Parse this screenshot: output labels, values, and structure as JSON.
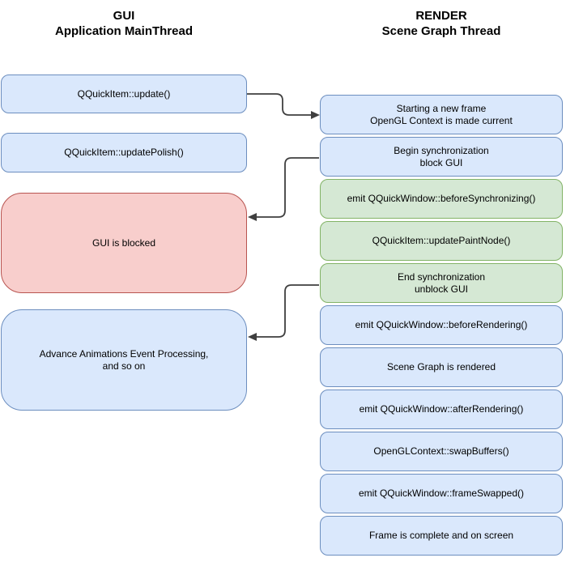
{
  "headers": {
    "left": "GUI\nApplication MainThread",
    "right": "RENDER\nScene Graph Thread"
  },
  "left_boxes": [
    {
      "text": "QQuickItem::update()",
      "color": "blue"
    },
    {
      "text": "QQuickItem::updatePolish()",
      "color": "blue"
    },
    {
      "text": "GUI is blocked",
      "color": "red"
    },
    {
      "text": "Advance Animations Event Processing,\nand so on",
      "color": "blue"
    }
  ],
  "right_boxes": [
    {
      "text": "Starting a new frame\nOpenGL Context is made current",
      "color": "blue"
    },
    {
      "text": "Begin synchronization\nblock GUI",
      "color": "blue"
    },
    {
      "text": "emit QQuickWindow::beforeSynchronizing()",
      "color": "green"
    },
    {
      "text": "QQuickItem::updatePaintNode()",
      "color": "green"
    },
    {
      "text": "End synchronization\nunblock GUI",
      "color": "green"
    },
    {
      "text": "emit QQuickWindow::beforeRendering()",
      "color": "blue"
    },
    {
      "text": "Scene Graph is rendered",
      "color": "blue"
    },
    {
      "text": "emit QQuickWindow::afterRendering()",
      "color": "blue"
    },
    {
      "text": "OpenGLContext::swapBuffers()",
      "color": "blue"
    },
    {
      "text": "emit QQuickWindow::frameSwapped()",
      "color": "blue"
    },
    {
      "text": "Frame is complete and on screen",
      "color": "blue"
    }
  ],
  "connectors": [
    {
      "from": "QQuickItem::update()",
      "to": "Starting a new frame OpenGL Context is made current"
    },
    {
      "from": "Begin synchronization block GUI",
      "to": "GUI is blocked"
    },
    {
      "from": "End synchronization unblock GUI",
      "to": "Advance Animations Event Processing, and so on"
    }
  ],
  "colors": {
    "blue_fill": "#dae8fc",
    "blue_stroke": "#6c8ebf",
    "green_fill": "#d5e8d4",
    "green_stroke": "#82b366",
    "red_fill": "#f8cecc",
    "red_stroke": "#b85450",
    "arrow": "#3f3f3f",
    "text": "#000000",
    "background": "#ffffff"
  }
}
